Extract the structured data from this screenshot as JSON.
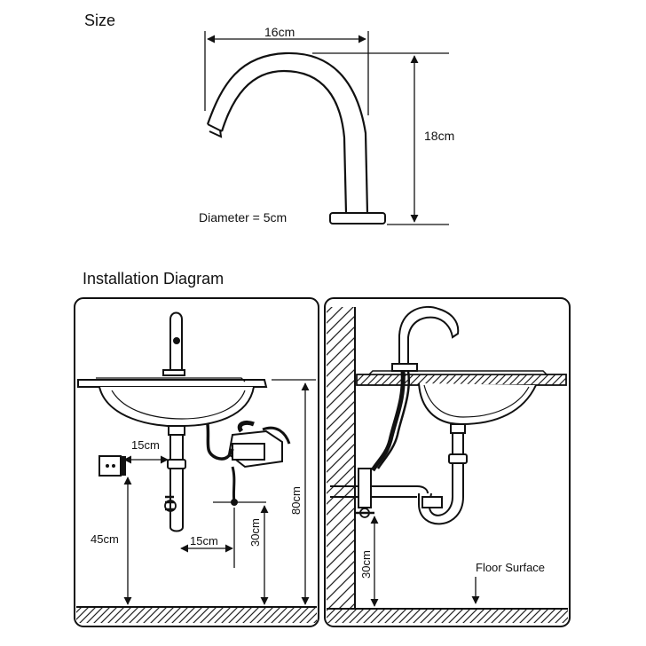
{
  "size_section": {
    "title": "Size",
    "width_label": "16cm",
    "height_label": "18cm",
    "diameter_label": "Diameter = 5cm"
  },
  "installation_section": {
    "title": "Installation Diagram",
    "front_view": {
      "sensor_distance_label": "15cm",
      "box_distance_label": "15cm",
      "box_height_label": "30cm",
      "sensor_height_label": "45cm",
      "basin_height_label": "80cm"
    },
    "side_view": {
      "pipe_height_label": "30cm",
      "floor_label": "Floor Surface"
    }
  }
}
